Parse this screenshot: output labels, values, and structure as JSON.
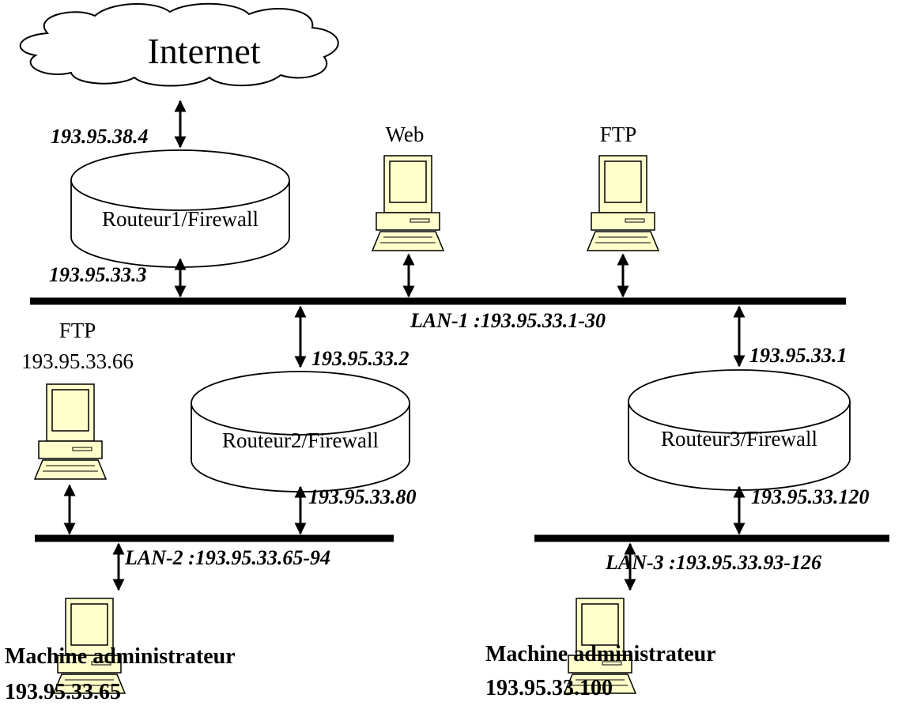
{
  "internet": {
    "label": "Internet"
  },
  "routers": [
    {
      "label": "Routeur1/Firewall",
      "ip_top": "193.95.38.4",
      "ip_bottom": "193.95.33.3"
    },
    {
      "label": "Routeur2/Firewall",
      "ip_top": "193.95.33.2",
      "ip_bottom": "193.95.33.80"
    },
    {
      "label": "Routeur3/Firewall",
      "ip_top": "193.95.33.1",
      "ip_bottom": "193.95.33.120"
    }
  ],
  "servers": {
    "web": {
      "label": "Web"
    },
    "ftp1": {
      "label": "FTP"
    },
    "ftp2": {
      "label": "FTP",
      "ip": "193.95.33.66"
    }
  },
  "lans": {
    "lan1": "LAN-1 :193.95.33.1-30",
    "lan2": "LAN-2 :193.95.33.65-94",
    "lan3": "LAN-3 :193.95.33.93-126"
  },
  "admins": [
    {
      "label": "Machine administrateur",
      "ip": "193.95.33.65"
    },
    {
      "label": "Machine administrateur",
      "ip": "193.95.33.100"
    }
  ]
}
